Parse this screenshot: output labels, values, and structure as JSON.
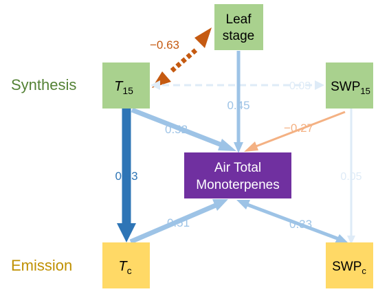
{
  "rows": {
    "synthesis": "Synthesis",
    "emission": "Emission"
  },
  "nodes": {
    "leaf_stage": {
      "line1": "Leaf",
      "line2": "stage"
    },
    "t15": {
      "main": "T",
      "sub": "15"
    },
    "swp15": {
      "main": "SWP",
      "sub": "15"
    },
    "air_total": {
      "line1": "Air Total",
      "line2": "Monoterpenes"
    },
    "tc": {
      "main": "T",
      "sub": "c"
    },
    "swpc": {
      "main": "SWP",
      "sub": "c"
    }
  },
  "paths": {
    "leaf_t15": "−0.63",
    "t15_swp15": "0.03",
    "leaf_air": "0.45",
    "t15_air": "0.52",
    "swp15_air": "−0.27",
    "t15_tc": "0.83",
    "swp15_swpc": "0.05",
    "tc_air": "0.51",
    "swpc_air": "0.33"
  },
  "colors": {
    "green_box": "#a9d18e",
    "yellow_box": "#ffd966",
    "purple_box": "#7030a0",
    "synthesis_text": "#548235",
    "emission_text": "#bf9000",
    "orange_arrow": "#c55a11",
    "salmon_arrow": "#f4b183",
    "dark_blue_arrow": "#2e75b6",
    "blue_arrow": "#9dc3e6",
    "pale_blue_arrow": "#deebf7"
  }
}
